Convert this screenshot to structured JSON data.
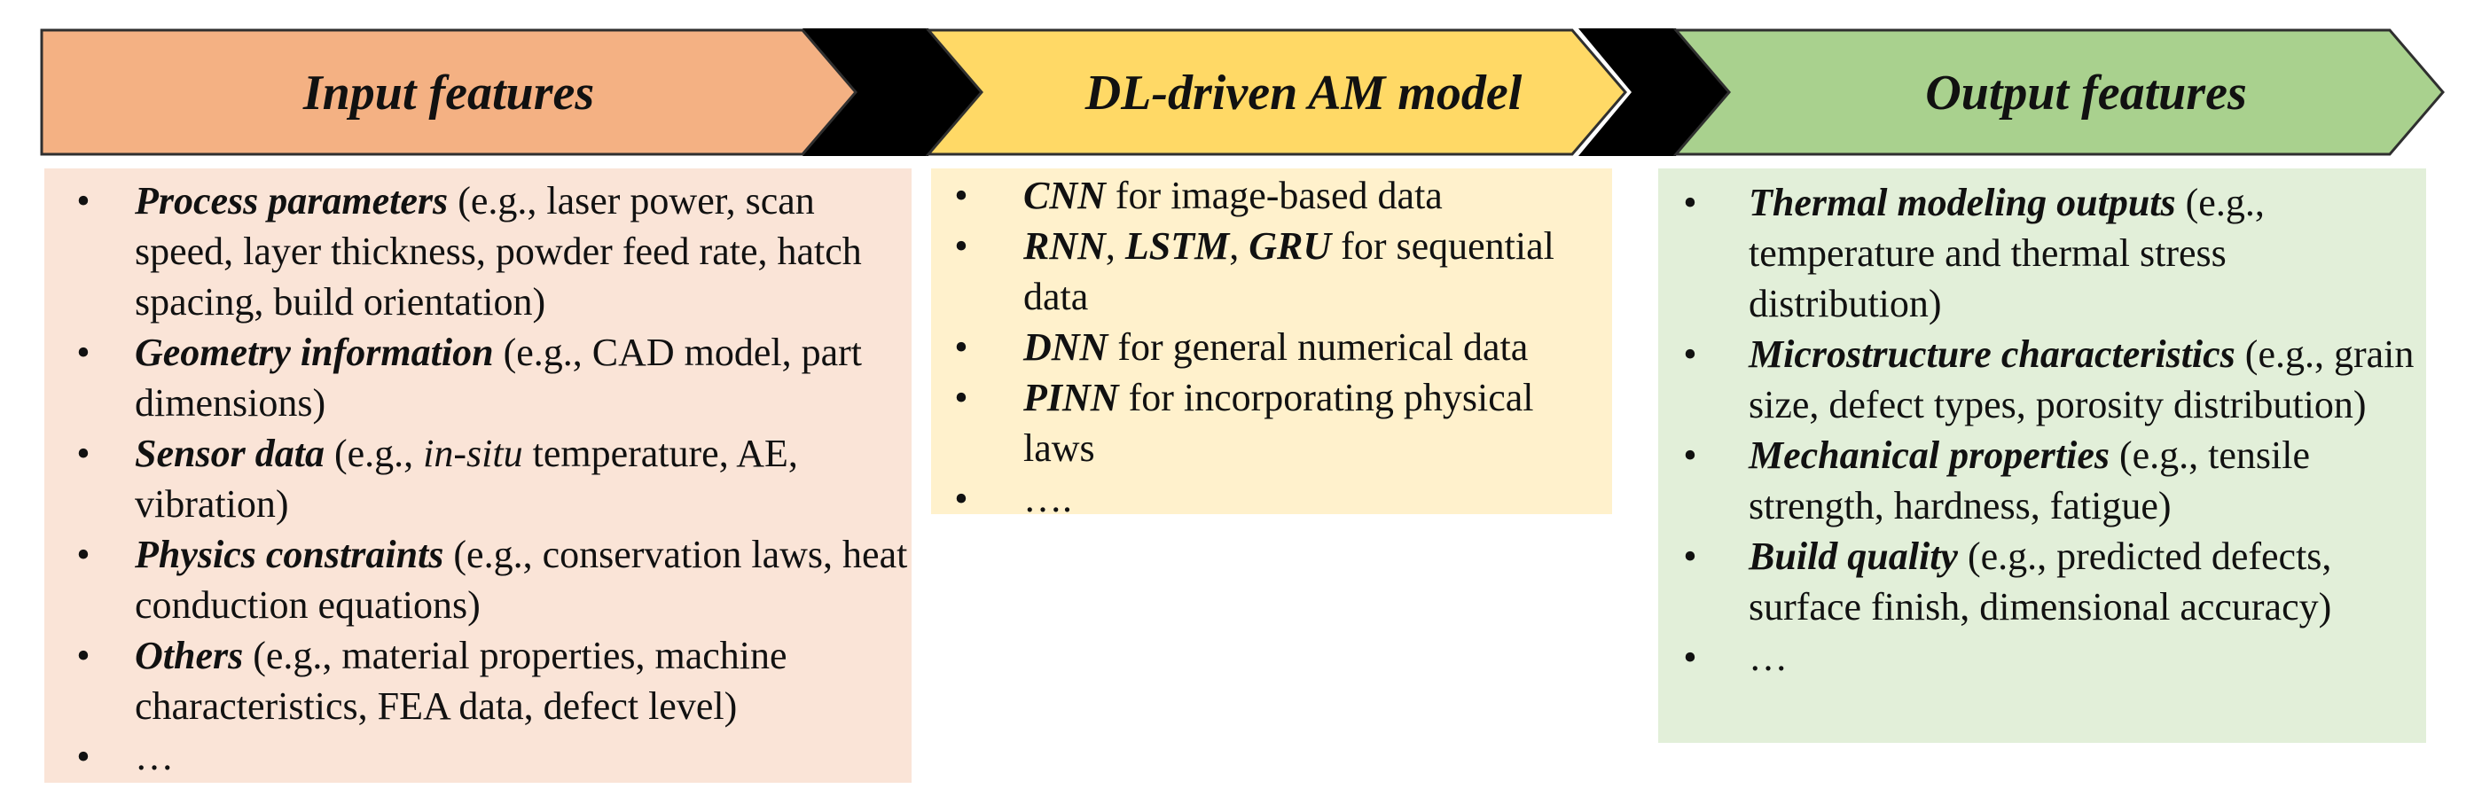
{
  "stages": [
    {
      "title": "Input features",
      "color": "#f4b183",
      "items": [
        {
          "bold": "Process parameters",
          "text": " (e.g., laser power, scan speed, layer thickness, powder feed rate, hatch spacing, build orientation)"
        },
        {
          "bold": "Geometry information",
          "text": " (e.g., CAD model, part dimensions)"
        },
        {
          "bold": "Sensor data",
          "pre": " (e.g., ",
          "italic": "in-situ",
          "text": " temperature, AE, vibration)"
        },
        {
          "bold": "Physics constraints",
          "text": " (e.g., conservation laws, heat conduction equations)"
        },
        {
          "bold": "Others",
          "text": " (e.g., material properties, machine characteristics, FEA data, defect level)"
        },
        {
          "text": "…"
        }
      ]
    },
    {
      "title": "DL-driven AM model",
      "color": "#ffd966",
      "items": [
        {
          "bold": "CNN",
          "text": " for image-based data"
        },
        {
          "bold": "RNN",
          "sep1": ", ",
          "bold2": "LSTM",
          "sep2": ", ",
          "bold3": "GRU",
          "text": " for sequential data"
        },
        {
          "bold": "DNN",
          "text": " for general numerical data"
        },
        {
          "bold": "PINN",
          "text": " for incorporating physical laws"
        },
        {
          "text": "…."
        }
      ]
    },
    {
      "title": "Output features",
      "color": "#a9d18e",
      "items": [
        {
          "bold": "Thermal modeling outputs",
          "text": " (e.g., temperature and thermal stress distribution)"
        },
        {
          "bold": "Microstructure characteristics",
          "text": " (e.g., grain size, defect types, porosity distribution)"
        },
        {
          "bold": "Mechanical properties",
          "text": " (e.g., tensile strength, hardness, fatigue)"
        },
        {
          "bold": "Build quality",
          "text": " (e.g., predicted defects, surface finish, dimensional accuracy)"
        },
        {
          "text": "…"
        }
      ]
    }
  ],
  "bullet": "•",
  "colors": {
    "connector": "#000000",
    "input_box_bg": "#fae4d7",
    "model_box_bg": "#fff1cc",
    "output_box_bg": "#e2efd9"
  }
}
